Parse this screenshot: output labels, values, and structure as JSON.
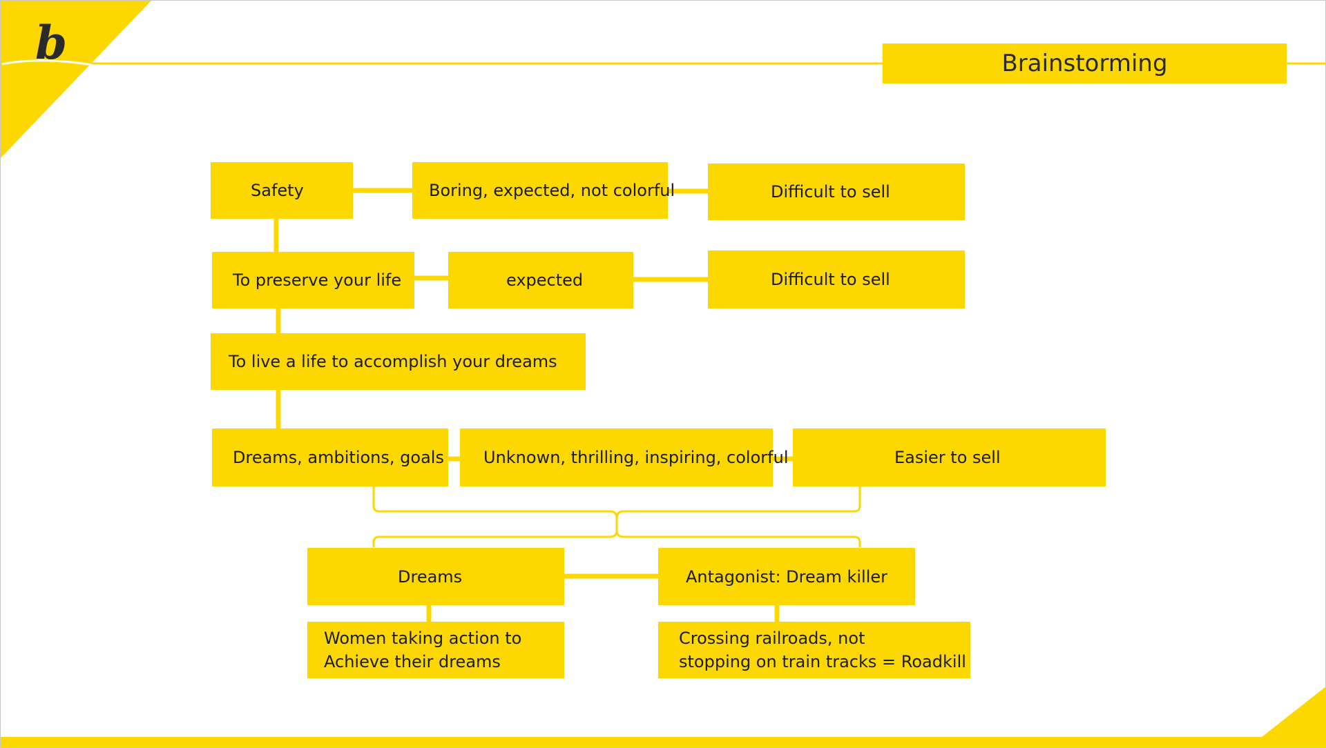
{
  "slide": {
    "title": "Brainstorming",
    "logo_letter": "b",
    "accent_color": "#FCD800",
    "text_color": "#1c1c1c"
  },
  "boxes": {
    "safety": "Safety",
    "boring": "Boring, expected, not colorful",
    "difficult_1": "Difficult to sell",
    "preserve": "To preserve your life",
    "expected": "expected",
    "difficult_2": "Difficult to sell",
    "live_life": "To live a life to accomplish your dreams",
    "dreams_ambitions": "Dreams, ambitions, goals",
    "unknown": "Unknown, thrilling, inspiring, colorful",
    "easier": "Easier to sell",
    "dreams": "Dreams",
    "antagonist": "Antagonist: Dream killer",
    "women": [
      "Women taking action to",
      "Achieve their dreams"
    ],
    "crossing": [
      "Crossing railroads, not",
      "stopping on train tracks = Roadkill"
    ]
  }
}
